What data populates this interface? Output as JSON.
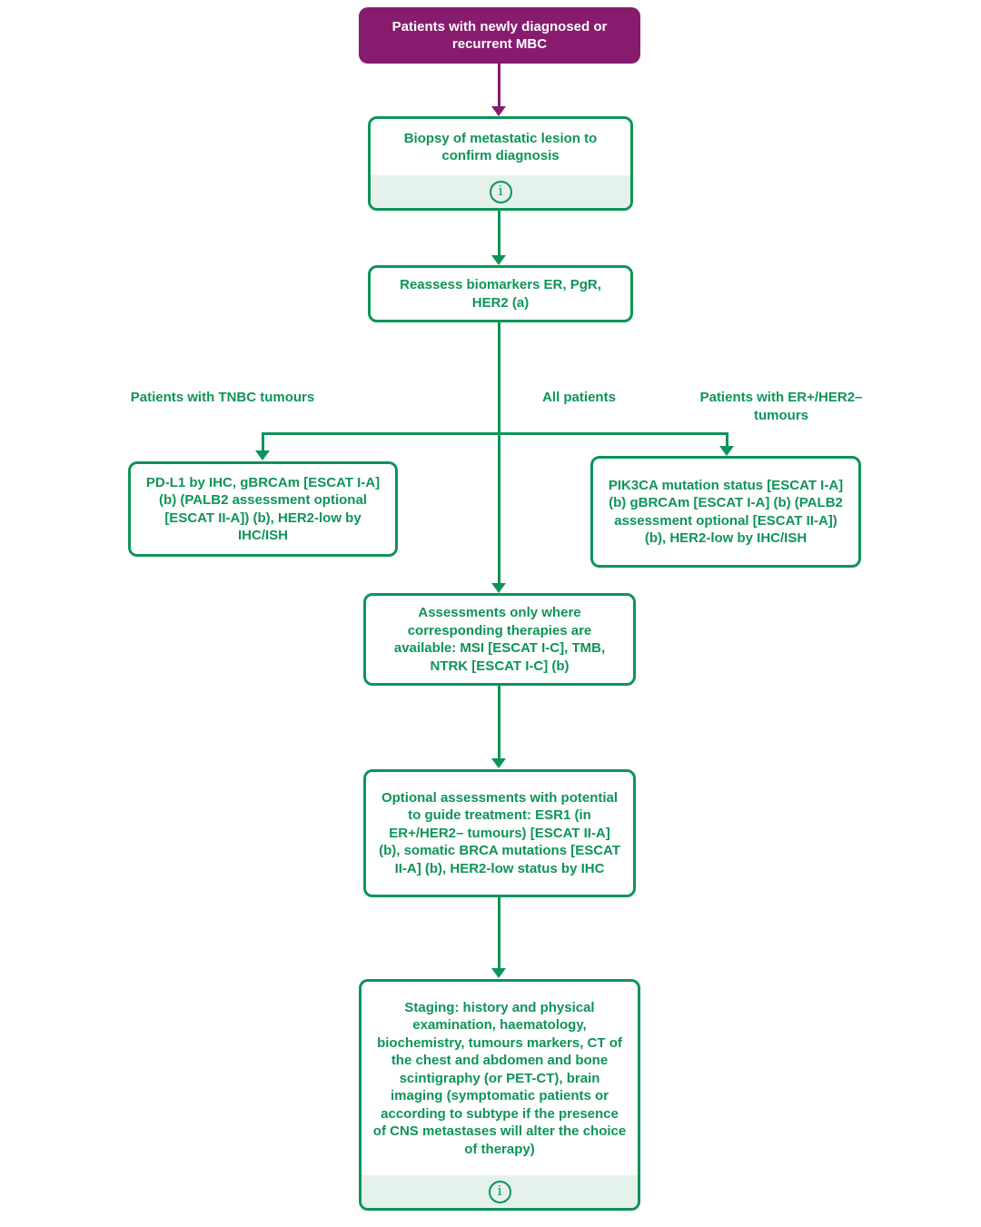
{
  "colors": {
    "purple": "#871B6D",
    "green": "#0D9458",
    "green_light": "#E4F2EB",
    "node_background": "#FFFFFF",
    "start_text": "#FFFFFF"
  },
  "icons": {
    "info_glyph": "i"
  },
  "nodes": {
    "start": {
      "label": "Patients with newly diagnosed or recurrent MBC"
    },
    "biopsy": {
      "label": "Biopsy of metastatic lesion to confirm diagnosis",
      "has_info": true
    },
    "reassess": {
      "label": "Reassess biomarkers ER, PgR, HER2 (a)"
    },
    "tnbc_assessment": {
      "label": "PD-L1 by IHC, gBRCAm [ESCAT I-A] (b) (PALB2 assessment optional [ESCAT II-A]) (b), HER2-low by IHC/ISH"
    },
    "er_her2_assessment": {
      "label": "PIK3CA mutation status [ESCAT I-A] (b) gBRCAm [ESCAT I-A] (b) (PALB2 assessment optional [ESCAT II-A]) (b), HER2-low by IHC/ISH"
    },
    "conditional_assessments": {
      "label": "Assessments only where corresponding therapies are available: MSI [ESCAT I-C], TMB, NTRK [ESCAT I-C] (b)"
    },
    "optional_assessments": {
      "label": "Optional assessments with potential to guide treatment: ESR1 (in ER+/HER2– tumours) [ESCAT II-A] (b), somatic BRCA mutations [ESCAT II-A] (b), HER2-low status by IHC"
    },
    "staging": {
      "label": "Staging: history and physical examination, haematology, biochemistry, tumours markers, CT of the chest and abdomen and bone scintigraphy (or PET-CT), brain imaging (symptomatic patients or according to subtype if the presence of CNS metastases will alter the choice of therapy)",
      "has_info": true
    }
  },
  "branch_labels": {
    "left": "Patients with TNBC tumours",
    "middle": "All patients",
    "right": "Patients with ER+/HER2– tumours"
  }
}
